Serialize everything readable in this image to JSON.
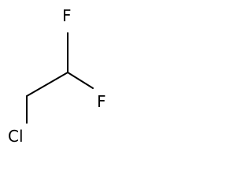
{
  "molecule": {
    "atoms": [
      {
        "id": "F1",
        "label": "F"
      },
      {
        "id": "F2",
        "label": "F"
      },
      {
        "id": "Cl",
        "label": "Cl"
      }
    ]
  }
}
